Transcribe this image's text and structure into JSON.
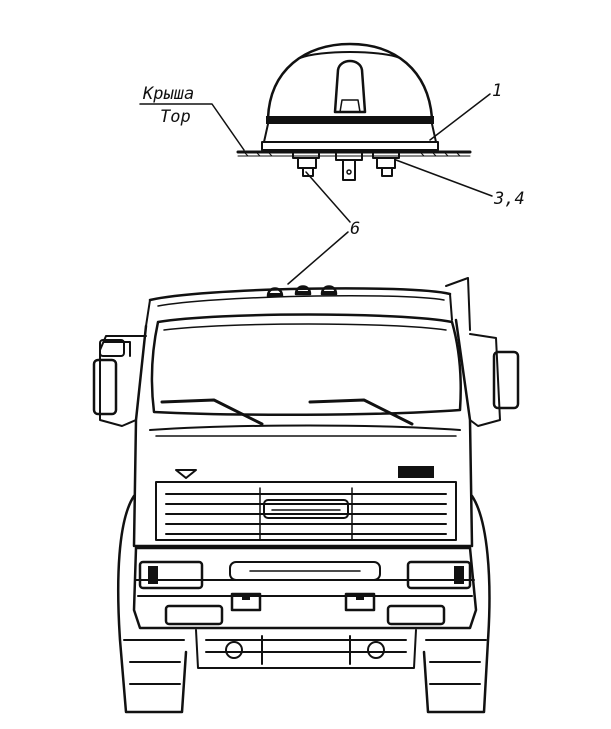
{
  "labels": {
    "roof_ru": "Крыша",
    "roof_en": "Top",
    "callout_1": "1",
    "callout_34": "3,4",
    "callout_6": "6"
  },
  "colors": {
    "ink": "#111111",
    "background": "#ffffff"
  }
}
